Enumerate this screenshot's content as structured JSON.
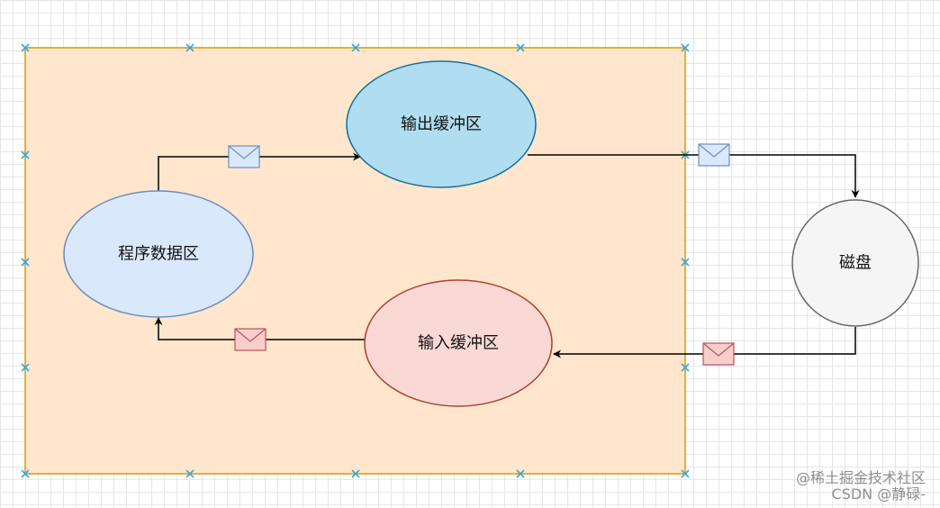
{
  "diagram": {
    "nodes": {
      "program_data": {
        "label": "程序数据区",
        "fill": "#dae8fc",
        "stroke": "#6c8ebf"
      },
      "output_buffer": {
        "label": "输出缓冲区",
        "fill": "#b1ddf0",
        "stroke": "#10739e"
      },
      "input_buffer": {
        "label": "输入缓冲区",
        "fill": "#fad9d5",
        "stroke": "#ae4132"
      },
      "disk": {
        "label": "磁盘",
        "fill": "#f5f5f5",
        "stroke": "#666666"
      }
    },
    "container": {
      "fill": "#ffe6cc",
      "stroke": "#d79b00"
    },
    "edges": [
      {
        "from": "程序数据区",
        "to": "输出缓冲区",
        "message_icon": "envelope-blue-icon"
      },
      {
        "from": "输出缓冲区",
        "to": "磁盘",
        "message_icon": "envelope-blue-icon"
      },
      {
        "from": "磁盘",
        "to": "输入缓冲区",
        "message_icon": "envelope-red-icon"
      },
      {
        "from": "输入缓冲区",
        "to": "程序数据区",
        "message_icon": "envelope-red-icon"
      }
    ],
    "colors": {
      "selection_handle": "#3aa6dd",
      "envelope_blue_fill": "#dae8fc",
      "envelope_blue_stroke": "#6c8ebf",
      "envelope_red_fill": "#f8cecc",
      "envelope_red_stroke": "#b85450"
    }
  },
  "watermark": {
    "line1": "@稀土掘金技术社区",
    "line2": "CSDN @静碌-"
  }
}
